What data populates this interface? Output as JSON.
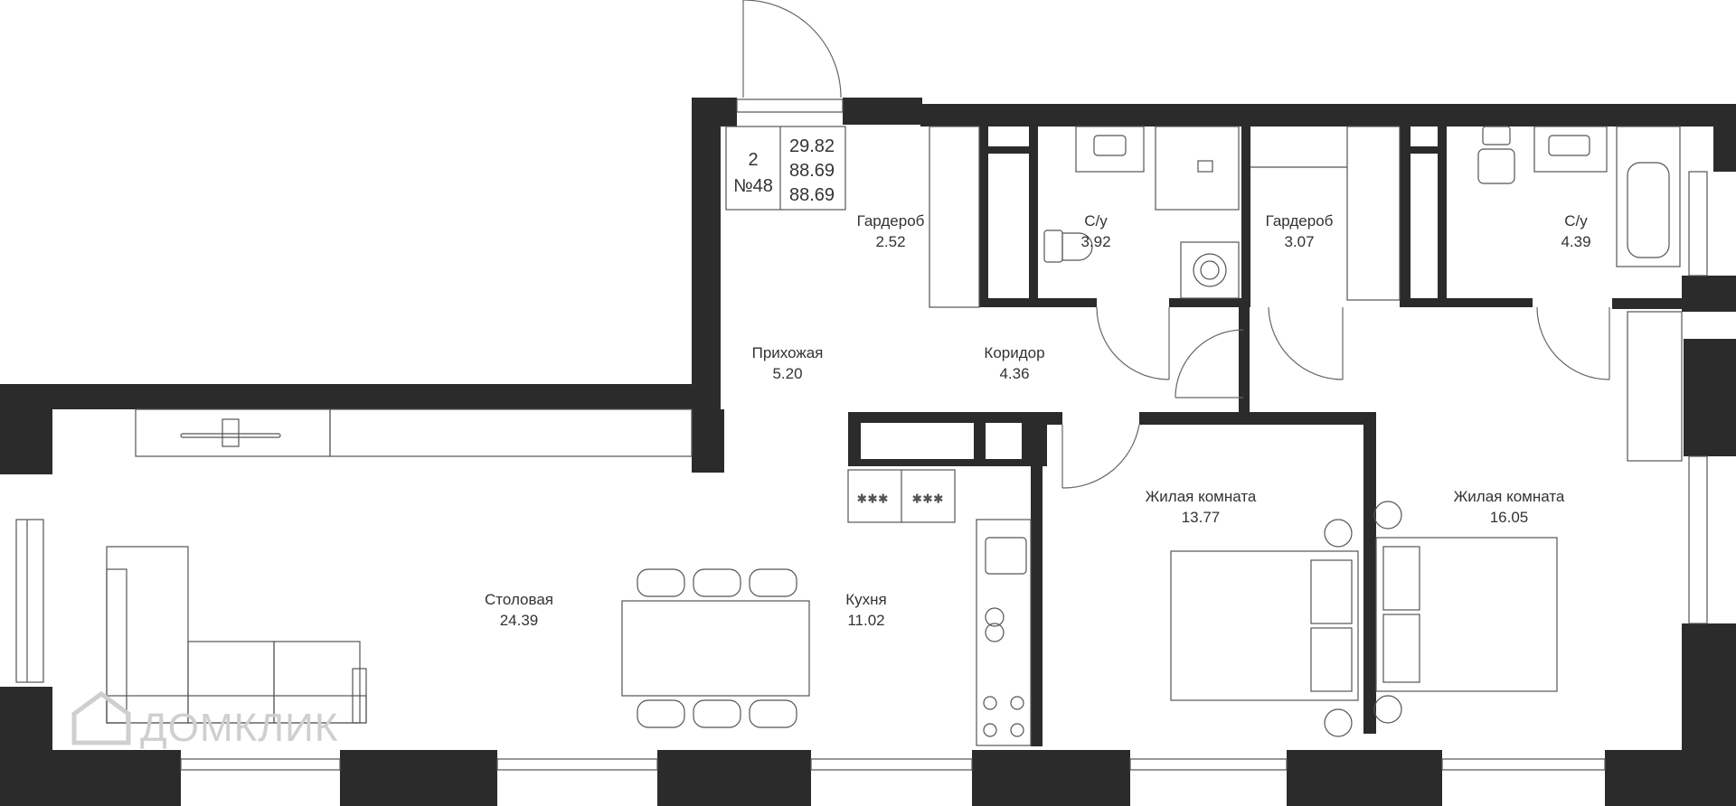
{
  "colors": {
    "wall": "#2b2b2b",
    "line": "#555555",
    "text": "#333333",
    "watermark": "#cfcfcf"
  },
  "info": {
    "rooms_count": "2",
    "number": "№48",
    "areas": [
      "29.82",
      "88.69",
      "88.69"
    ]
  },
  "rooms": {
    "wardrobe1": {
      "name": "Гардероб",
      "area": "2.52"
    },
    "bath1": {
      "name": "С/у",
      "area": "3.92"
    },
    "wardrobe2": {
      "name": "Гардероб",
      "area": "3.07"
    },
    "bath2": {
      "name": "С/у",
      "area": "4.39"
    },
    "hall": {
      "name": "Прихожая",
      "area": "5.20"
    },
    "corridor": {
      "name": "Коридор",
      "area": "4.36"
    },
    "bedroom1": {
      "name": "Жилая комната",
      "area": "13.77"
    },
    "bedroom2": {
      "name": "Жилая комната",
      "area": "16.05"
    },
    "dining": {
      "name": "Столовая",
      "area": "24.39"
    },
    "kitchen": {
      "name": "Кухня",
      "area": "11.02"
    }
  },
  "watermark": {
    "text": "ДОМКЛИК",
    "icon": "house-logo-icon"
  }
}
